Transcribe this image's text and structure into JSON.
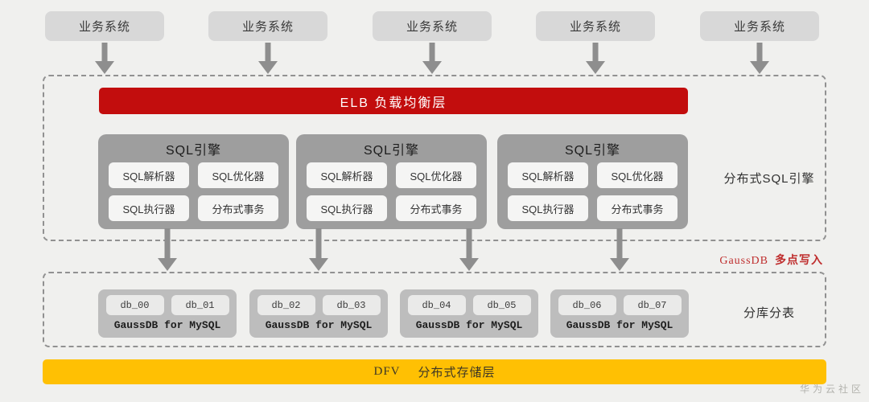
{
  "diagram": {
    "background": "#f0f0ee",
    "dashed_border_color": "#919191",
    "arrow_color": "#8e8e8e",
    "watermark": "华为云社区"
  },
  "business_systems": {
    "box_color": "#d8d8d8",
    "boxes": [
      {
        "label": "业务系统"
      },
      {
        "label": "业务系统"
      },
      {
        "label": "业务系统"
      },
      {
        "label": "业务系统"
      },
      {
        "label": "业务系统"
      }
    ]
  },
  "sql_engine_layer": {
    "elb_bar": {
      "label": "ELB 负载均衡层",
      "color": "#c20d0d",
      "text_color": "#ffffff"
    },
    "side_label": "分布式SQL引擎",
    "engine_box_color": "#9e9e9e",
    "module_chip_color": "#f5f5f4",
    "engines": [
      {
        "title": "SQL引擎",
        "modules": [
          "SQL解析器",
          "SQL优化器",
          "SQL执行器",
          "分布式事务"
        ]
      },
      {
        "title": "SQL引擎",
        "modules": [
          "SQL解析器",
          "SQL优化器",
          "SQL执行器",
          "分布式事务"
        ]
      },
      {
        "title": "SQL引擎",
        "modules": [
          "SQL解析器",
          "SQL优化器",
          "SQL执行器",
          "分布式事务"
        ]
      }
    ]
  },
  "multi_write_label": {
    "product": "GaussDB",
    "text": "多点写入",
    "color": "#bf2e2e"
  },
  "storage_shard_layer": {
    "side_label": "分库分表",
    "node_color": "#bdbdbd",
    "db_chip_color": "#eaeae9",
    "nodes": [
      {
        "title": "GaussDB for MySQL",
        "dbs": [
          "db_00",
          "db_01"
        ]
      },
      {
        "title": "GaussDB for MySQL",
        "dbs": [
          "db_02",
          "db_03"
        ]
      },
      {
        "title": "GaussDB for MySQL",
        "dbs": [
          "db_04",
          "db_05"
        ]
      },
      {
        "title": "GaussDB for MySQL",
        "dbs": [
          "db_06",
          "db_07"
        ]
      }
    ]
  },
  "dfv_bar": {
    "product": "DFV",
    "label": "分布式存储层",
    "color": "#ffc003"
  }
}
